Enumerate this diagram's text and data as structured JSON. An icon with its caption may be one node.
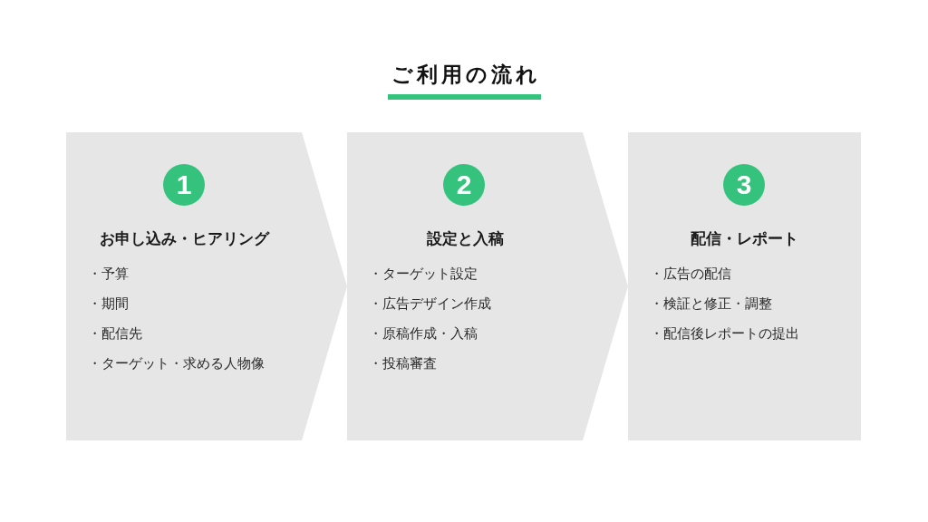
{
  "diagram": {
    "title": "ご利用の流れ",
    "nodes": [
      {
        "text": [
          "お申し込み・ヒアリング",
          "・予算",
          "・期間",
          "・配信先",
          "・ターゲット・求める人物像"
        ]
      },
      {
        "text": [
          "1"
        ],
        "in": 0
      },
      {
        "text": [
          "設定と入稿",
          "・ターゲット設定",
          "・広告デザイン作成",
          "・原稿作成・入稿",
          "・投稿審査"
        ]
      },
      {
        "text": [
          "2"
        ],
        "in": 2
      },
      {
        "text": [
          "配信・レポート",
          "・広告の配信",
          "・検証と修正・調整",
          "・配信後レポートの提出"
        ]
      },
      {
        "text": [
          "3"
        ],
        "in": 4
      }
    ]
  }
}
